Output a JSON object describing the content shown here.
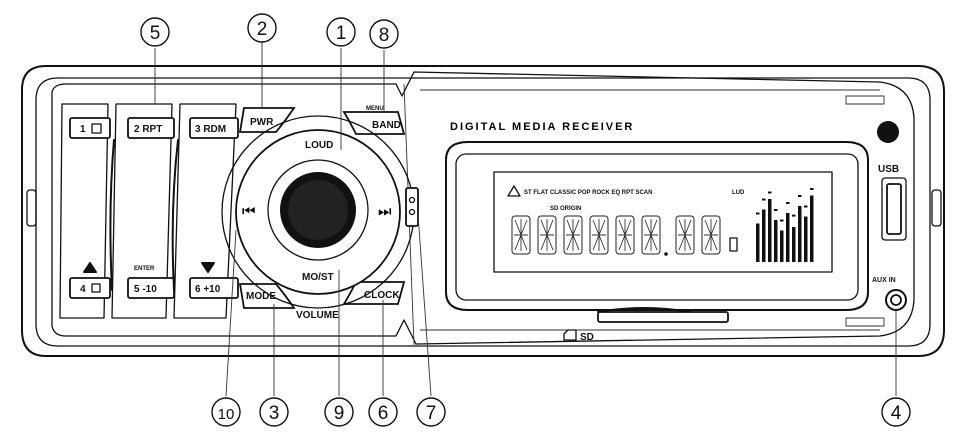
{
  "device": {
    "title": "DIGITAL MEDIA RECEIVER",
    "usb_label": "USB",
    "aux_label": "AUX IN",
    "sd_label": "SD"
  },
  "knob": {
    "top_label": "LOUD",
    "bottom_label": "MO/ST",
    "volume_label": "VOLUME",
    "prev_glyph": "⏮",
    "next_glyph": "⏭"
  },
  "buttons": {
    "b1": "1",
    "b2": "2 RPT",
    "b3": "3 RDM",
    "b4": "4",
    "b5": "5 -10",
    "b6": "6 +10",
    "enter": "ENTER",
    "pwr": "PWR",
    "mode": "MODE",
    "menu": "MENU",
    "band": "BAND",
    "clock": "CLOCK"
  },
  "display": {
    "indicators": "ST  FLAT  CLASSIC  POP  ROCK  EQ  RPT  SCAN",
    "sub": "SD  ORIGIN",
    "lud": "LUD",
    "spectrum": [
      0.55,
      0.75,
      0.9,
      0.6,
      0.45,
      0.7,
      0.5,
      0.8,
      0.65,
      0.95
    ],
    "peaks": [
      0.65,
      0.85,
      0.95,
      0.7,
      0.55,
      0.8,
      0.62,
      0.9,
      0.75,
      1.0
    ]
  },
  "callouts": [
    "1",
    "2",
    "3",
    "4",
    "5",
    "6",
    "7",
    "8",
    "9",
    "10"
  ],
  "colors": {
    "line": "#111111",
    "paper": "#ffffff"
  }
}
